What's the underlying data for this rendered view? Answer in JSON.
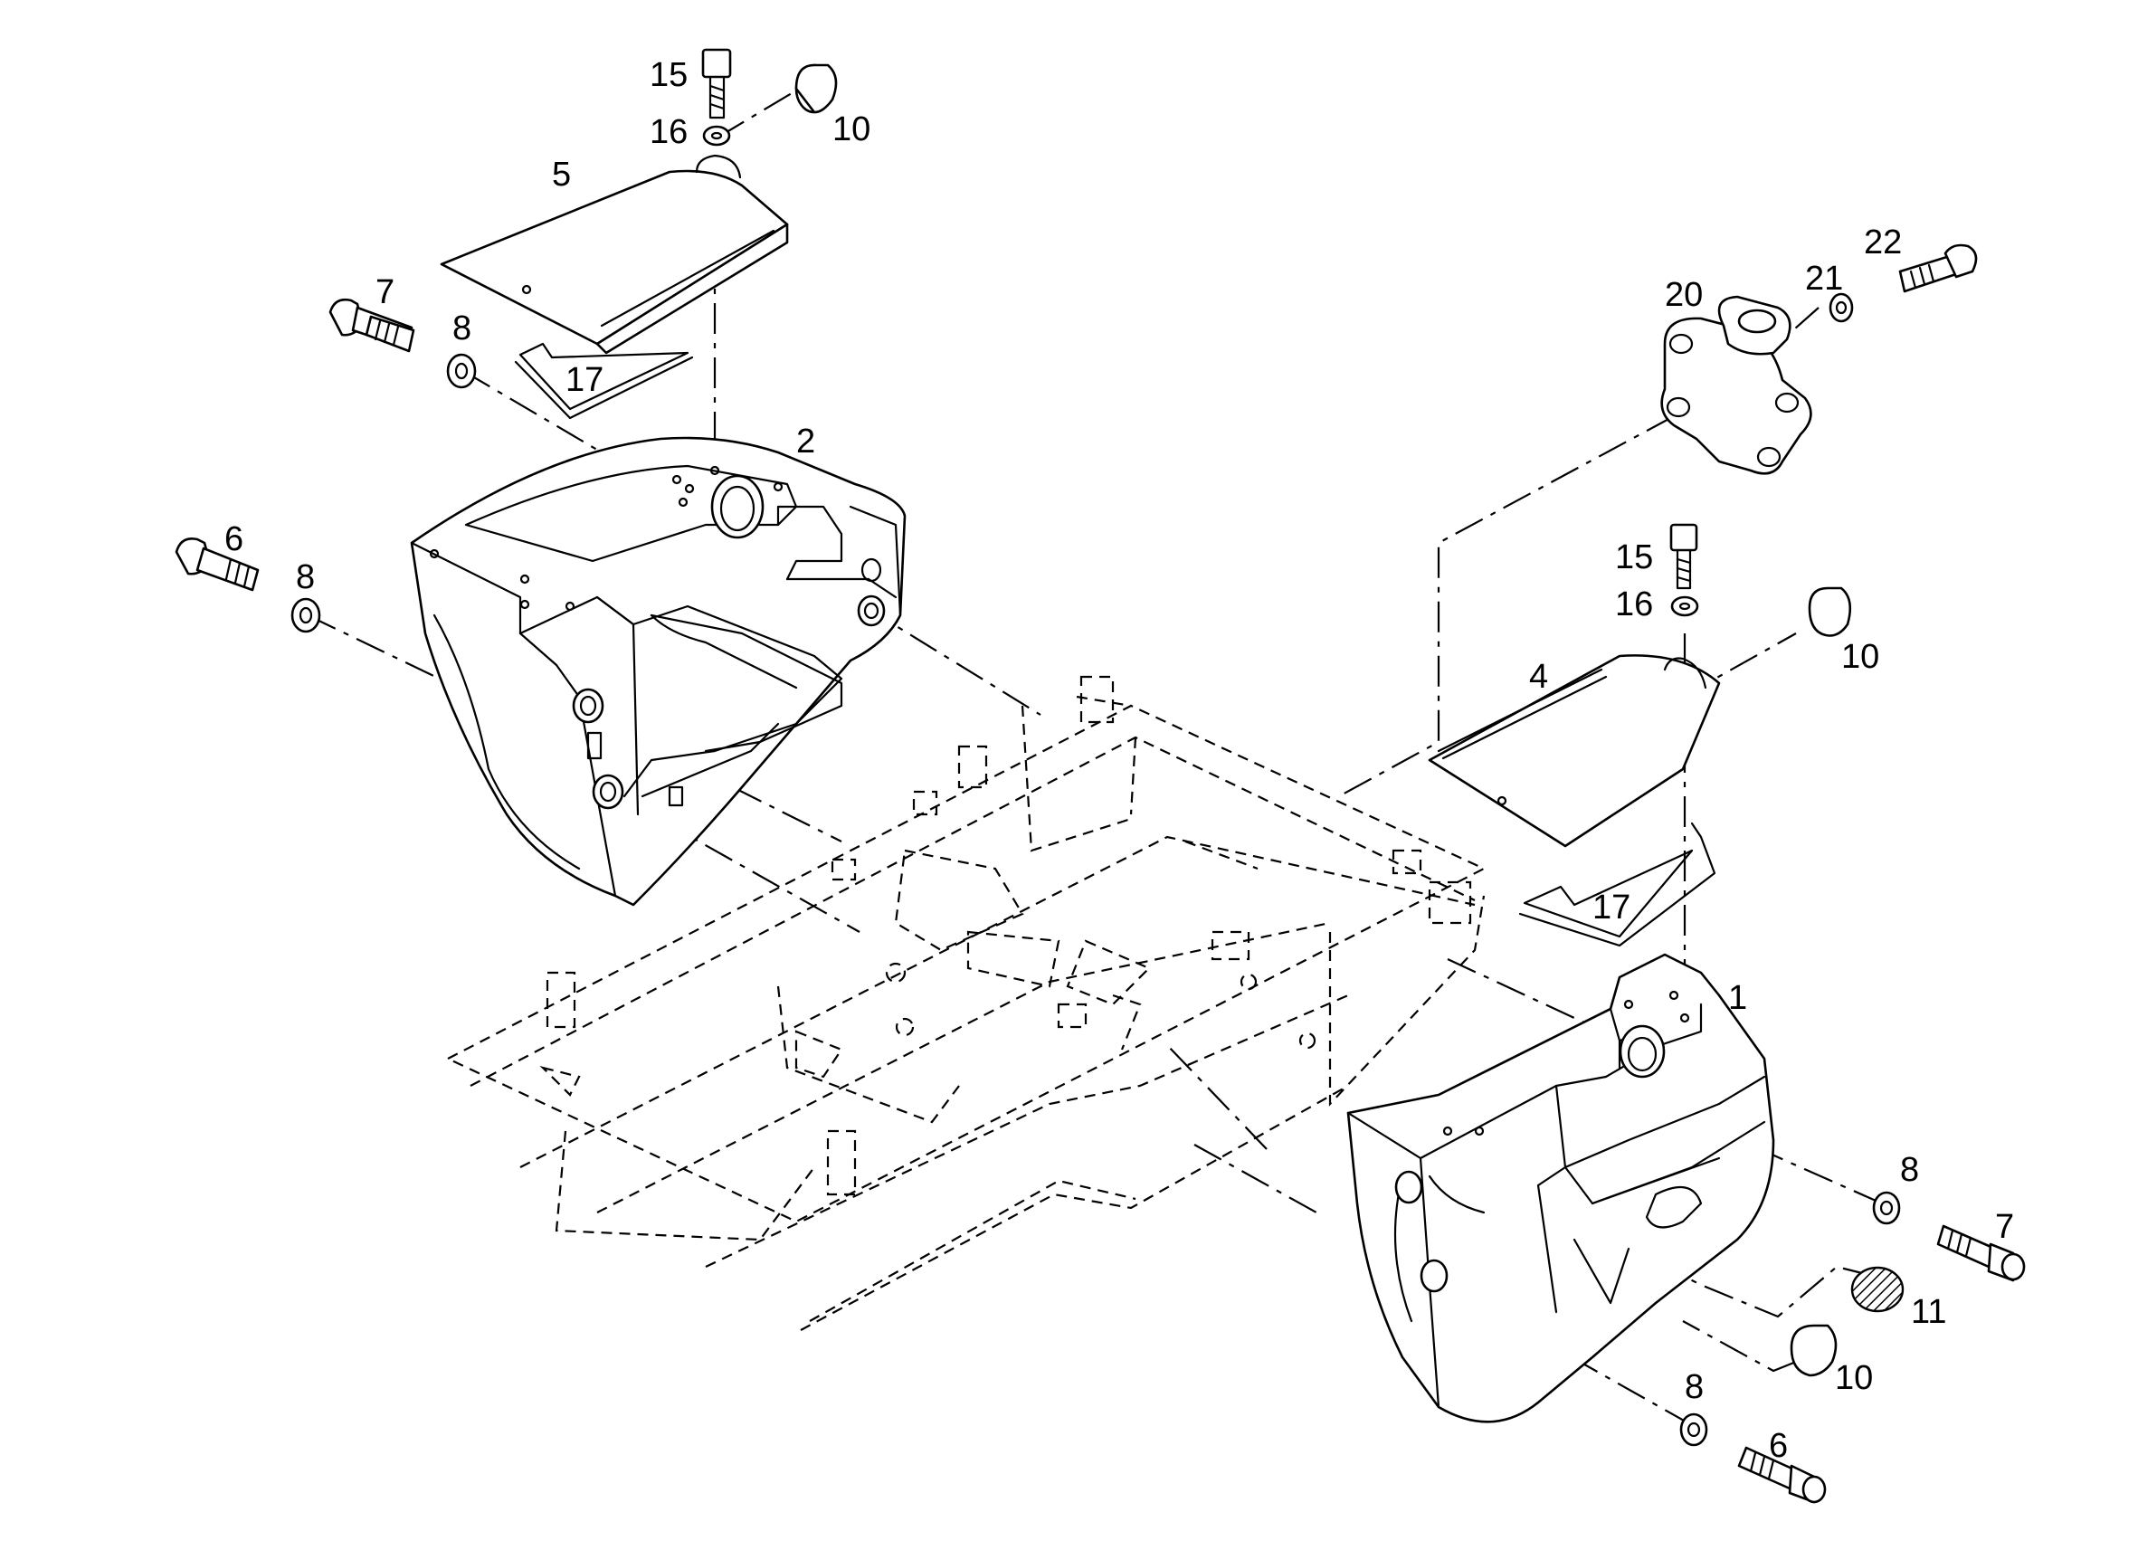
{
  "diagram": {
    "callouts": [
      {
        "id": "c15a",
        "text": "15"
      },
      {
        "id": "c16a",
        "text": "16"
      },
      {
        "id": "c10a",
        "text": "10"
      },
      {
        "id": "c5",
        "text": "5"
      },
      {
        "id": "c7a",
        "text": "7"
      },
      {
        "id": "c8a",
        "text": "8"
      },
      {
        "id": "c17a",
        "text": "17"
      },
      {
        "id": "c2",
        "text": "2"
      },
      {
        "id": "c6a",
        "text": "6"
      },
      {
        "id": "c8b",
        "text": "8"
      },
      {
        "id": "c22",
        "text": "22"
      },
      {
        "id": "c20",
        "text": "20"
      },
      {
        "id": "c21",
        "text": "21"
      },
      {
        "id": "c15b",
        "text": "15"
      },
      {
        "id": "c16b",
        "text": "16"
      },
      {
        "id": "c10b",
        "text": "10"
      },
      {
        "id": "c4",
        "text": "4"
      },
      {
        "id": "c17b",
        "text": "17"
      },
      {
        "id": "c1",
        "text": "1"
      },
      {
        "id": "c8c",
        "text": "8"
      },
      {
        "id": "c7b",
        "text": "7"
      },
      {
        "id": "c11",
        "text": "11"
      },
      {
        "id": "c10c",
        "text": "10"
      },
      {
        "id": "c8d",
        "text": "8"
      },
      {
        "id": "c6b",
        "text": "6"
      }
    ]
  }
}
